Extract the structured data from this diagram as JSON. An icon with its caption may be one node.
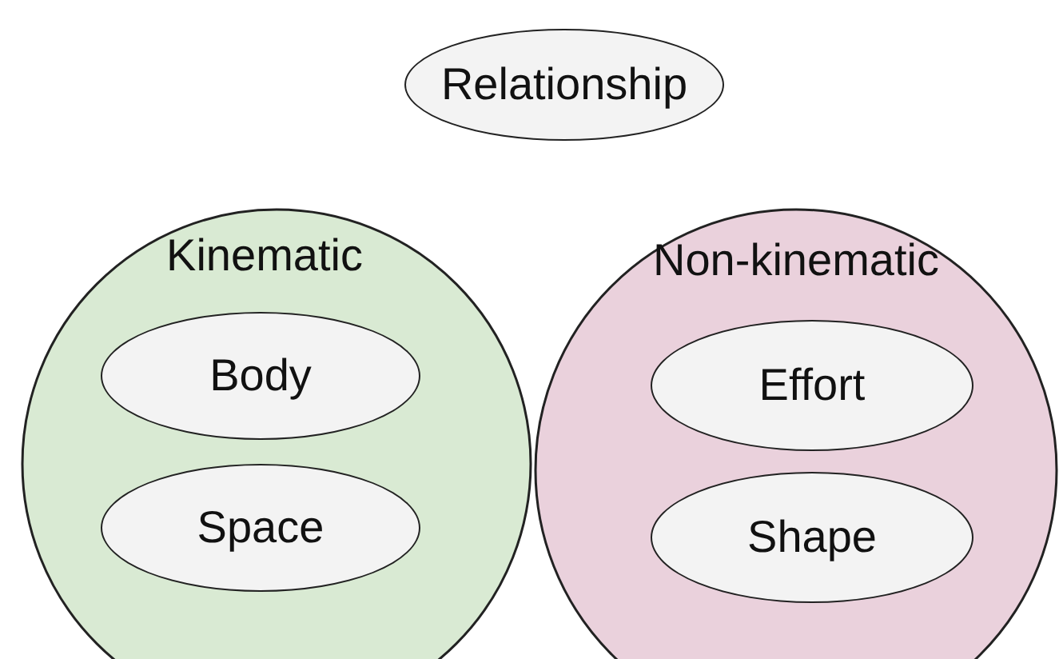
{
  "diagram": {
    "nodes": [
      {
        "text": [
          "Relationship"
        ]
      },
      {
        "text": [
          "Kinematic"
        ]
      },
      {
        "text": [
          "Body"
        ],
        "in": 1
      },
      {
        "text": [
          "Space"
        ],
        "in": 1
      },
      {
        "text": [
          "Non-kinematic"
        ]
      },
      {
        "text": [
          "Effort"
        ],
        "in": 4
      },
      {
        "text": [
          "Shape"
        ],
        "in": 4
      }
    ]
  }
}
